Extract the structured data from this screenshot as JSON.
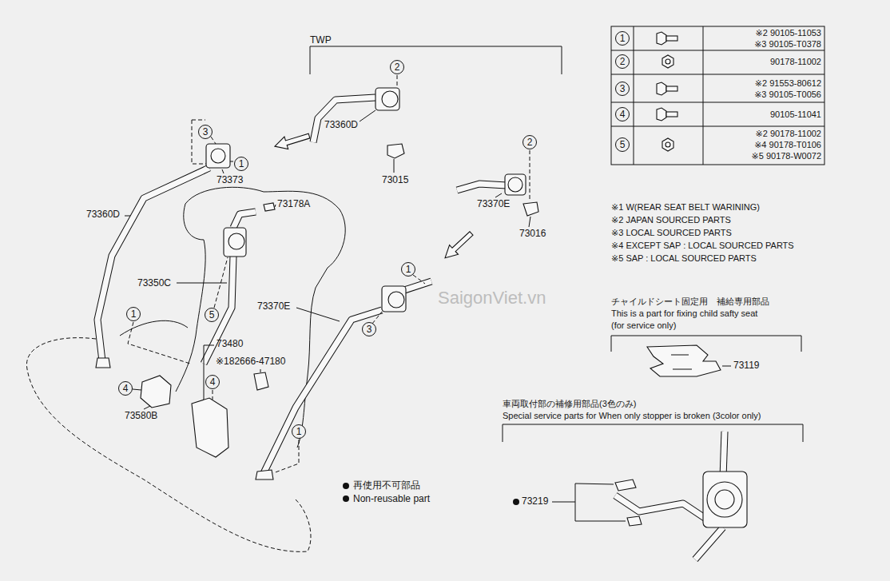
{
  "diagram": {
    "nodes": [
      {
        "text": [
          "2"
        ]
      },
      {
        "text": [
          "2"
        ]
      },
      {
        "text": [
          "3"
        ]
      },
      {
        "text": [
          "1"
        ]
      },
      {
        "text": [
          "5"
        ]
      },
      {
        "text": [
          "1"
        ]
      },
      {
        "text": [
          "1"
        ]
      },
      {
        "text": [
          "3"
        ]
      },
      {
        "text": [
          "4"
        ]
      },
      {
        "text": [
          "4"
        ]
      },
      {
        "text": [
          "1"
        ]
      },
      {
        "text": [
          "1"
        ]
      },
      {
        "text": [
          "2"
        ]
      },
      {
        "text": [
          "3"
        ]
      },
      {
        "text": [
          "4"
        ]
      },
      {
        "text": [
          "5"
        ]
      }
    ],
    "labels": [
      "TWP",
      "73360D",
      "73015",
      "73370E",
      "73016",
      "73373",
      "73178A",
      "73360D",
      "73350C",
      "73370E",
      "73480",
      "※182666-47180",
      "73580B",
      "※2 90105-11053",
      "※3 90105-T0378",
      "90178-11002",
      "※2 91553-80612",
      "※3 90105-T0056",
      "90105-11041",
      "※2 90178-11002",
      "※4 90178-T0106",
      "※5 90178-W0072",
      "※1 W(REAR SEAT BELT WARINING)",
      "※2 JAPAN SOURCED PARTS",
      "※3 LOCAL SOURCED PARTS",
      "※4 EXCEPT SAP : LOCAL SOURCED PARTS",
      "※5 SAP : LOCAL SOURCED PARTS",
      "SaigonViet.vn",
      "チャイルドシート固定用　補給専用部品",
      "This is a part for fixing child safty seat",
      "(for service only)",
      "73119",
      "車両取付部の補修用部品(3色のみ)",
      "Special service parts for When only stopper is broken (3color only)",
      "73219"
    ],
    "legend": [
      {
        "text": "再使用不可部品"
      },
      {
        "text": "Non-reusable part"
      }
    ]
  }
}
